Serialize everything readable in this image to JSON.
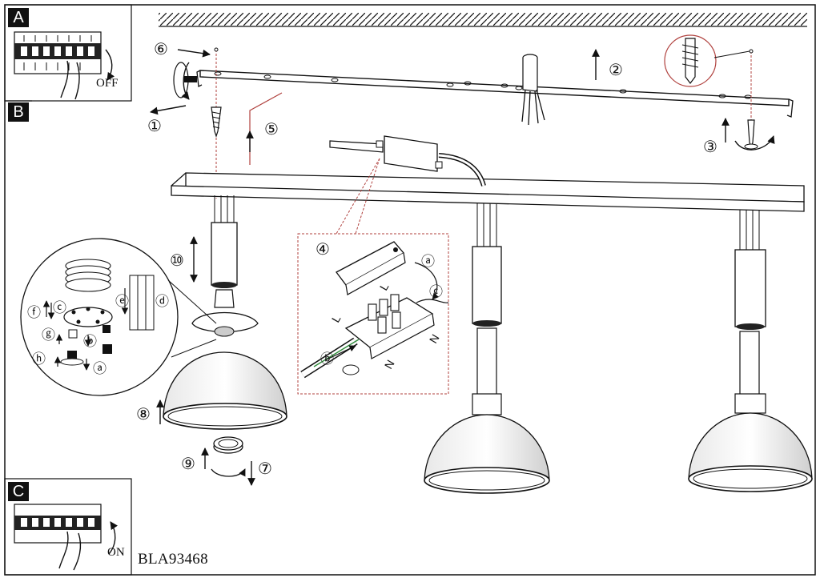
{
  "panels": {
    "a": "A",
    "b": "B",
    "c": "C"
  },
  "switch_states": {
    "off": "OFF",
    "on": "ON"
  },
  "steps": {
    "s1": "①",
    "s2": "②",
    "s3": "③",
    "s4": "④",
    "s5": "⑤",
    "s6": "⑥",
    "s7": "⑦",
    "s8": "⑧",
    "s9": "⑨",
    "s10": "⑩"
  },
  "sub_steps": {
    "a": "ⓐ",
    "b": "ⓑ",
    "c": "ⓒ",
    "d": "ⓓ",
    "e": "ⓔ",
    "f": "ⓕ",
    "g": "ⓖ",
    "h": "ⓗ"
  },
  "terminal_marks": {
    "l": "L",
    "n": "N"
  },
  "model_code": "BLA93468",
  "colors": {
    "ink": "#111111",
    "wire_red": "#b0413e",
    "wire_green": "#2e8b3a"
  }
}
